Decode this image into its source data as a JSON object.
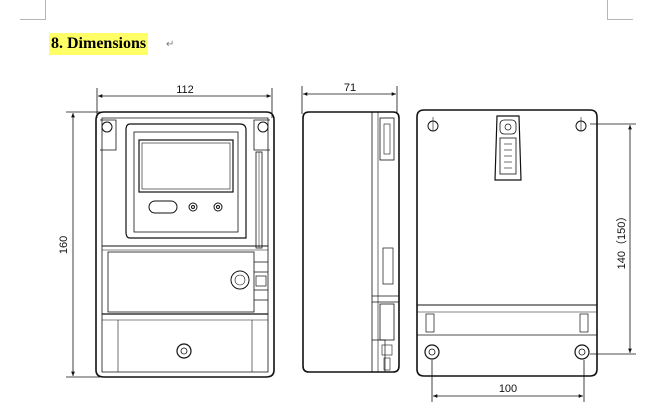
{
  "document": {
    "heading": "8. Dimensions",
    "paragraph_mark": "↵"
  },
  "drawing": {
    "front_view": {
      "width_label": "112",
      "height_label": "160"
    },
    "side_view": {
      "depth_label": "71"
    },
    "rear_view": {
      "width_label": "100",
      "height_label": "140（150）"
    }
  },
  "colors": {
    "highlight": "#ffff66",
    "line": "#111111"
  }
}
